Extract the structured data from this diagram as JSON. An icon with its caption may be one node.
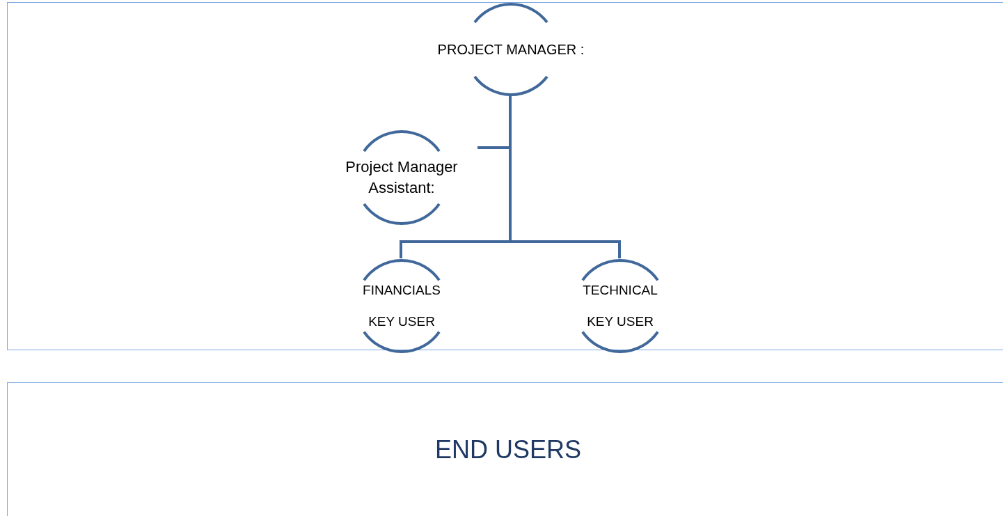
{
  "diagram": {
    "nodes": [
      {
        "text": [],
        "shape": "box"
      },
      {
        "text": [
          "PROJECT MANAGER :"
        ],
        "in": 0
      },
      {
        "text": [
          "Project Manager Assistant:"
        ],
        "in": 0
      },
      {
        "text": [
          "FINANCIALS KEY USER"
        ],
        "in": 0
      },
      {
        "text": [
          "TECHNICAL KEY USER"
        ],
        "in": 0
      },
      {
        "text": [
          "END USERS"
        ]
      }
    ],
    "edges": [
      {
        "from": 1,
        "to": 2,
        "arrow": "none"
      },
      {
        "from": 1,
        "to": 3,
        "arrow": "none"
      },
      {
        "from": 1,
        "to": 4,
        "arrow": "none"
      }
    ]
  }
}
